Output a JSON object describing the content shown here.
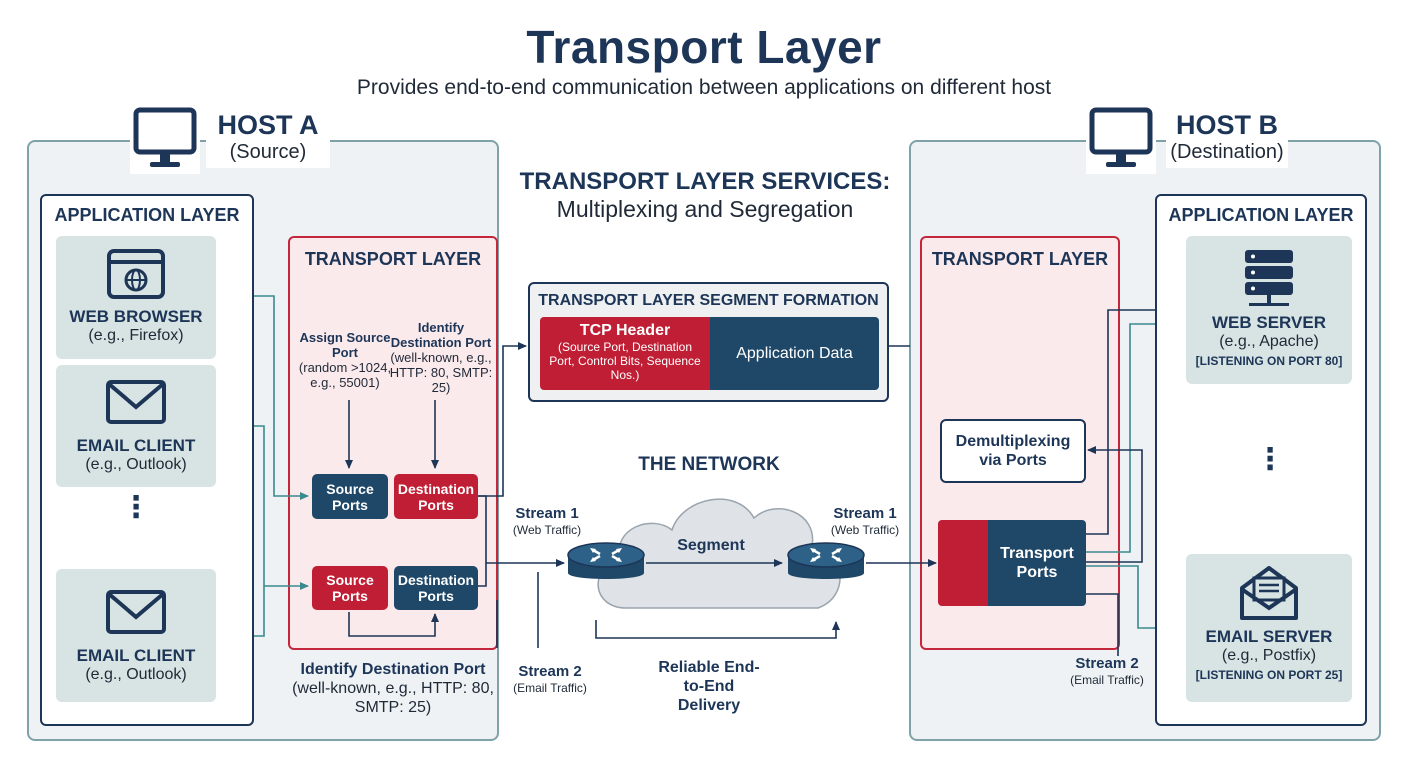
{
  "header": {
    "title": "Transport Layer",
    "subtitle": "Provides end-to-end communication between applications on different host"
  },
  "host_a": {
    "title": "HOST A",
    "subtitle": "(Source)",
    "icon": "monitor-icon",
    "app_layer": {
      "title": "APPLICATION LAYER",
      "apps": [
        {
          "label": "WEB BROWSER",
          "sub": "(e.g., Firefox)",
          "icon": "browser-icon"
        },
        {
          "label": "EMAIL CLIENT",
          "sub": "(e.g., Outlook)",
          "icon": "envelope-icon"
        },
        {
          "label": "EMAIL CLIENT",
          "sub": "(e.g., Outlook)",
          "icon": "envelope-icon"
        }
      ],
      "ellipsis": "⋮"
    },
    "transport_layer": {
      "title": "TRANSPORT LAYER",
      "assign_title": "Assign Source Port",
      "assign_detail": "(random >1024, e.g., 55001)",
      "identify_title": "Identify Destination Port",
      "identify_detail": "(well-known, e.g., HTTP: 80, SMTP: 25)",
      "row1": {
        "source": "Source Ports",
        "dest": "Destination Ports"
      },
      "row2": {
        "source": "Source Ports",
        "dest": "Destination Ports"
      },
      "bottom_title": "Identify Destination Port",
      "bottom_detail": " (well-known, e.g., HTTP: 80, SMTP: 25)"
    }
  },
  "services": {
    "title": "TRANSPORT LAYER SERVICES:",
    "subtitle": "Multiplexing and Segregation"
  },
  "segment": {
    "title": "TRANSPORT LAYER SEGMENT FORMATION",
    "header_title": "TCP Header",
    "header_detail": "(Source Port, Destination Port, Control Bits, Sequence Nos.)",
    "data": "Application Data"
  },
  "network": {
    "title": "THE NETWORK",
    "segment_label": "Segment",
    "router_icon": "router-icon",
    "stream1_left": {
      "title": "Stream 1",
      "detail": "(Web Traffic)"
    },
    "stream2_left": {
      "title": "Stream 2",
      "detail": "(Email Traffic)"
    },
    "stream1_right": {
      "title": "Stream 1",
      "detail": "(Web Traffic)"
    },
    "stream2_right": {
      "title": "Stream 2",
      "detail": "(Email Traffic)"
    },
    "reliable": "Reliable End-to-End Delivery"
  },
  "host_b": {
    "title": "HOST B",
    "subtitle": "(Destination)",
    "icon": "monitor-icon",
    "transport_layer": {
      "title": "TRANSPORT LAYER",
      "demux": "Demultiplexing via Ports",
      "ports": "Transport Ports"
    },
    "app_layer": {
      "title": "APPLICATION LAYER",
      "web": {
        "label": "WEB SERVER",
        "sub": "(e.g., Apache)",
        "note": "[LISTENING ON PORT 80]",
        "icon": "server-icon"
      },
      "email": {
        "label": "EMAIL SERVER",
        "sub": "(e.g., Postfix)",
        "note": "[LISTENING ON PORT 25]",
        "icon": "mail-server-icon"
      },
      "ellipsis": "⋮"
    }
  },
  "colors": {
    "navy": "#1d3557",
    "port_navy": "#1f4868",
    "port_red": "#bf1e34",
    "teal": "#3a8a8f",
    "host_bg": "#eef2f4",
    "transport_bg": "#fbeaec"
  }
}
